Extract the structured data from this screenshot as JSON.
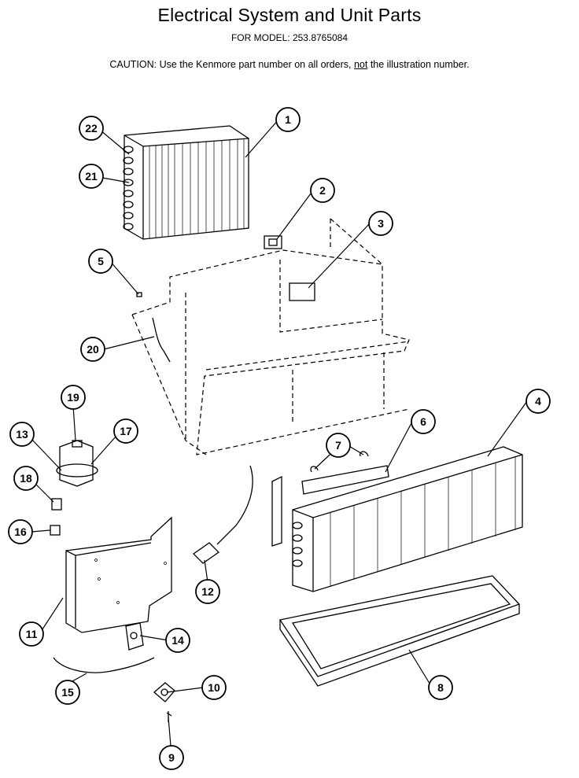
{
  "title": "Electrical System and Unit Parts",
  "model_line": "FOR MODEL: 253.8765084",
  "caution": {
    "prefix": "CAUTION:  Use the Kenmore part number on all orders, ",
    "emphasis": "not",
    "suffix": " the illustration number."
  },
  "callouts": [
    {
      "label": "1"
    },
    {
      "label": "2"
    },
    {
      "label": "3"
    },
    {
      "label": "4"
    },
    {
      "label": "5"
    },
    {
      "label": "6"
    },
    {
      "label": "7"
    },
    {
      "label": "8"
    },
    {
      "label": "9"
    },
    {
      "label": "10"
    },
    {
      "label": "11"
    },
    {
      "label": "12"
    },
    {
      "label": "13"
    },
    {
      "label": "14"
    },
    {
      "label": "15"
    },
    {
      "label": "16"
    },
    {
      "label": "17"
    },
    {
      "label": "18"
    },
    {
      "label": "19"
    },
    {
      "label": "20"
    },
    {
      "label": "21"
    },
    {
      "label": "22"
    }
  ]
}
